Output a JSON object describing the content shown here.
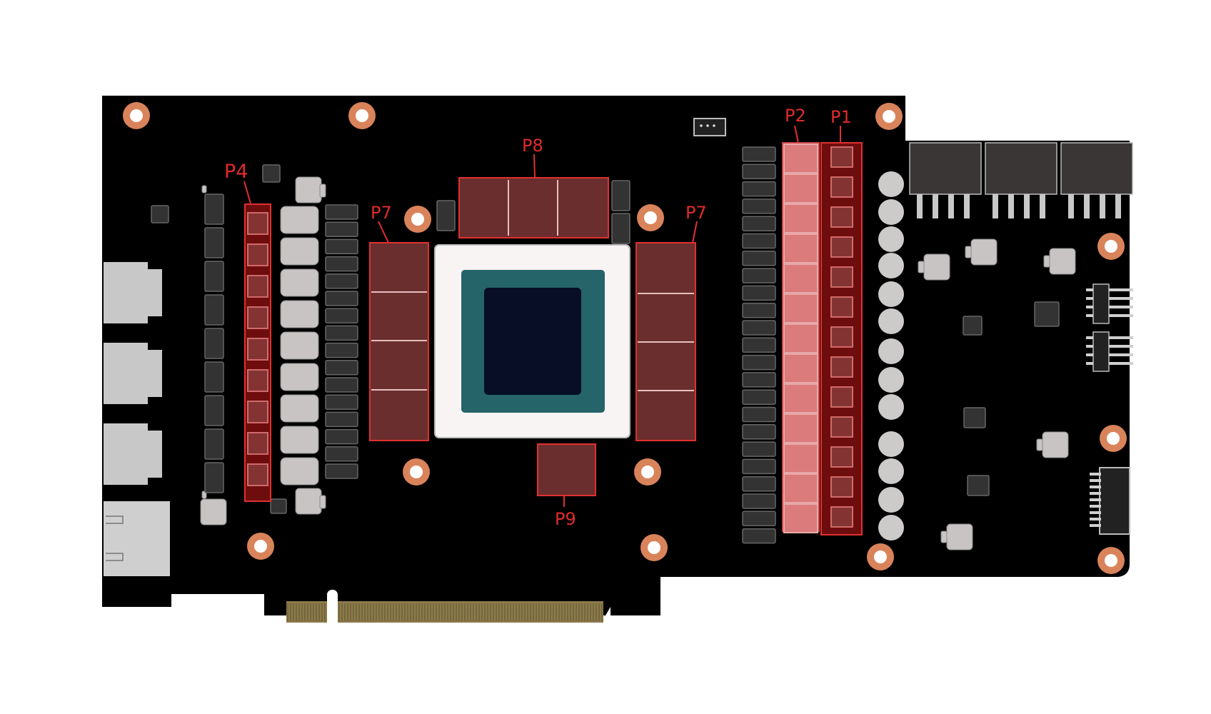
{
  "labels": {
    "p1": "P1",
    "p2": "P2",
    "p4": "P4",
    "p7_left": "P7",
    "p7_right": "P7",
    "p8": "P8",
    "p9": "P9"
  },
  "colors": {
    "pcb": "#000000",
    "pad_dark": "#6b2e2e",
    "pad_light": "#db7b7b",
    "pad_red": "#6e0d0d",
    "outline_red": "#e03030",
    "hole": "#d9835b",
    "gpu_frame": "#f8f4f4",
    "gpu_substrate": "#256468",
    "gpu_die": "#070e26",
    "component_gray": "#c8c4c4",
    "component_dark": "#333333",
    "gold": "#8a7a4c"
  }
}
